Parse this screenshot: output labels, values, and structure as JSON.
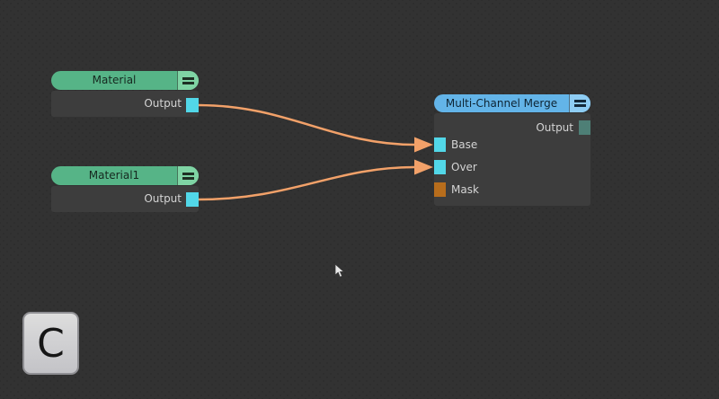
{
  "editor": {
    "background": "#323232"
  },
  "nodes": [
    {
      "title": "Material",
      "header_color": "#56b487",
      "cap_color": "#7fd4a4",
      "menu_icon": "hamburger-icon",
      "outputs": [
        {
          "label": "Output",
          "color": "#52d7e8"
        }
      ]
    },
    {
      "title": "Material1",
      "header_color": "#56b487",
      "cap_color": "#7fd4a4",
      "menu_icon": "hamburger-icon",
      "outputs": [
        {
          "label": "Output",
          "color": "#52d7e8"
        }
      ]
    },
    {
      "title": "Multi-Channel Merge",
      "header_color": "#63b4e8",
      "cap_color": "#8ecdf4",
      "menu_icon": "hamburger-icon",
      "outputs": [
        {
          "label": "Output",
          "color": "#4e7f76"
        }
      ],
      "inputs": [
        {
          "label": "Base",
          "color": "#52d7e8"
        },
        {
          "label": "Over",
          "color": "#52d7e8"
        },
        {
          "label": "Mask",
          "color": "#b76d1c"
        }
      ]
    }
  ],
  "connections": [
    {
      "from": "Material.Output",
      "to": "Multi-Channel Merge.Base",
      "color": "#f2a169"
    },
    {
      "from": "Material1.Output",
      "to": "Multi-Channel Merge.Over",
      "color": "#f2a169"
    }
  ],
  "overlay": {
    "pressed_key": "C"
  }
}
